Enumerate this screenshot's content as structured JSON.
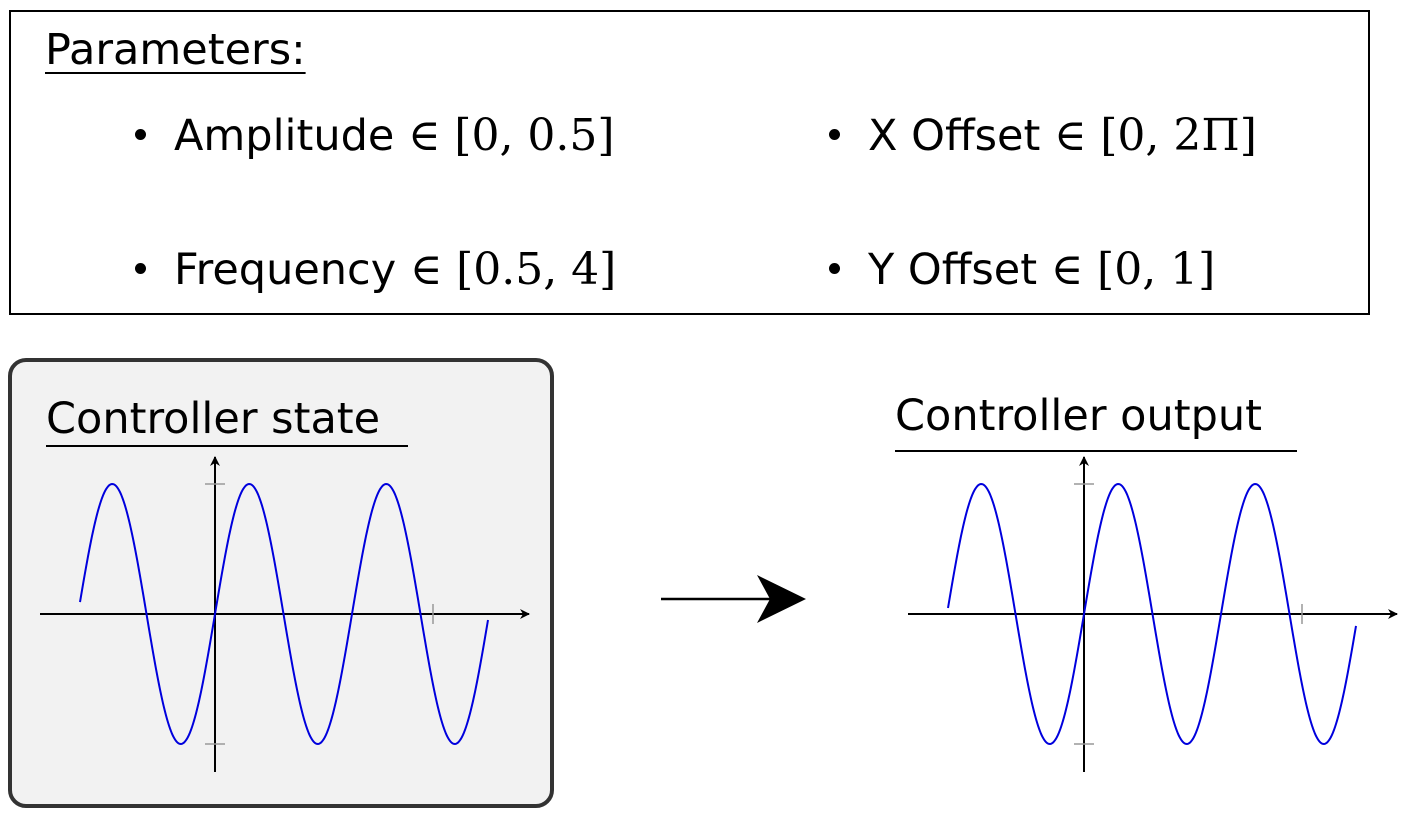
{
  "parameters": {
    "title": "Parameters:",
    "items": [
      {
        "name": "Amplitude",
        "symbol": "∈",
        "range": "[0, 0.5]"
      },
      {
        "name": "X Offset",
        "symbol": "∈",
        "range": "[0, 2Π]"
      },
      {
        "name": "Frequency",
        "symbol": "∈",
        "range": "[0.5, 4]"
      },
      {
        "name": "Y Offset",
        "symbol": "∈",
        "range": "[0, 1]"
      }
    ]
  },
  "controller_state": {
    "title": "Controller state"
  },
  "controller_output": {
    "title": "Controller output"
  },
  "colors": {
    "curve": "#0000dd",
    "axis": "#000000",
    "tick": "#999999",
    "state_bg": "#f2f2f2",
    "state_border": "#333333"
  }
}
